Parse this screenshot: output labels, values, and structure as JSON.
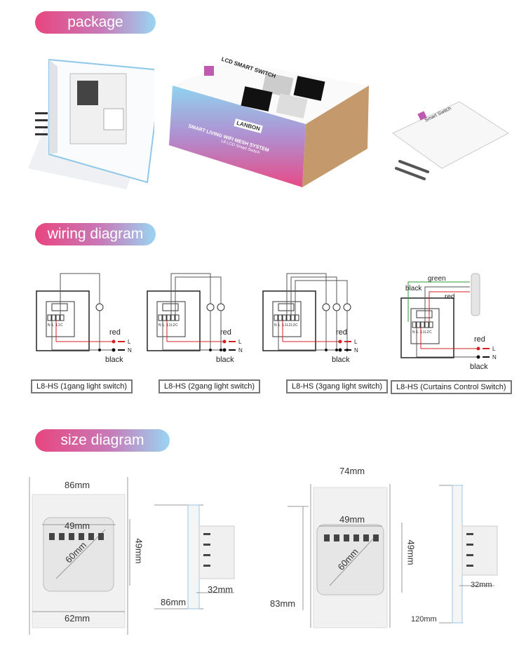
{
  "sections": {
    "package": "package",
    "wiring": "wiring diagram",
    "size": "size diagram"
  },
  "package": {
    "box_brand": "LANBON",
    "box_title": "LCD SMART SWITCH",
    "box_tagline": "SMART LIVING WIFI MESH SYSTEM",
    "box_sub": "L8 LCD Smart Switch",
    "manual_title": "Smart Switch"
  },
  "wiring": {
    "wire_labels": {
      "red": "red",
      "black": "black",
      "green": "green",
      "L": "L",
      "N": "N"
    },
    "terminals": {
      "N": "N",
      "L": "L",
      "L1": "L1",
      "L2": "L2",
      "L3": "L3",
      "C": "C"
    },
    "captions": [
      "L8-HS (1gang light switch)",
      "L8-HS (2gang light switch)",
      "L8-HS (3gang light switch)",
      "L8-HS (Curtains Control Switch)"
    ]
  },
  "size": {
    "left": {
      "width": "86mm",
      "module_width": "49mm",
      "module_height": "49mm",
      "diagonal": "60mm",
      "bottom": "62mm",
      "height": "86mm",
      "depth": "32mm"
    },
    "right": {
      "width": "74mm",
      "module_width": "49mm",
      "module_height": "49mm",
      "diagonal": "60mm",
      "bottom": "83mm",
      "height": "120mm",
      "depth": "32mm"
    }
  },
  "colors": {
    "pill_start": "#e8457f",
    "pill_end": "#9ad5f2",
    "wire_red": "#d42020",
    "wire_green": "#2e9a3a"
  }
}
